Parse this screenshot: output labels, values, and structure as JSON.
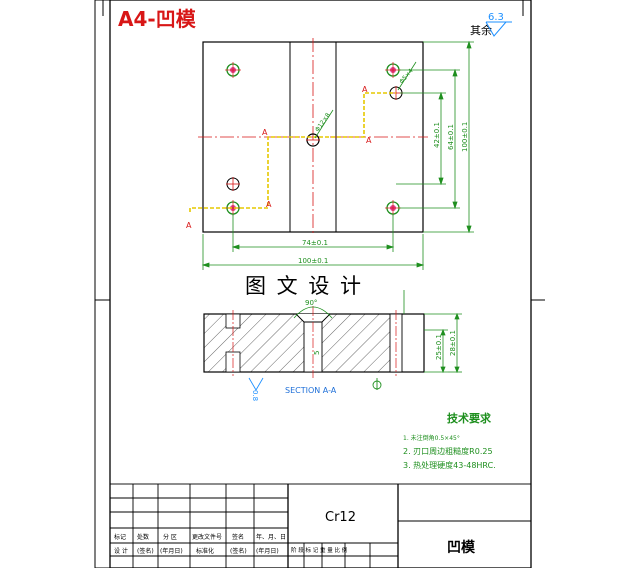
{
  "title": "A4-凹模",
  "surface_finish": {
    "prefix": "其余",
    "value": "6.3"
  },
  "top_view": {
    "dims": {
      "width_inner": "74±0.1",
      "width_outer": "100±0.1",
      "height_1": "42±0.1",
      "height_2": "64±0.1",
      "height_3": "100±0.1",
      "hole_a": "Φ5×4",
      "hole_b": "Φ12×8"
    },
    "section_mark": "A"
  },
  "watermark": "图 文 设 计",
  "section_view": {
    "angle": "90°",
    "depth": "5",
    "thickness_1": "25±0.1",
    "thickness_2": "28±0.1",
    "roughness": "0.8",
    "label": "SECTION A-A"
  },
  "tech_requirements": {
    "title": "技术要求",
    "items": [
      "1. 未注倒角0.5×45°",
      "2. 刃口周边粗糙度R0.25",
      "3. 热处理硬度43-48HRC."
    ]
  },
  "title_block": {
    "material": "Cr12",
    "part_name": "凹模",
    "header_row": [
      "标记",
      "处数",
      "分 区",
      "更改文件号",
      "签名",
      "年、月、日"
    ],
    "bottom_row": [
      "设 计",
      "(签名)",
      "(年月日)",
      "标准化",
      "(签名)",
      "(年月日)"
    ],
    "stage_row": "阶 段 标 记  重 量  比 例"
  }
}
